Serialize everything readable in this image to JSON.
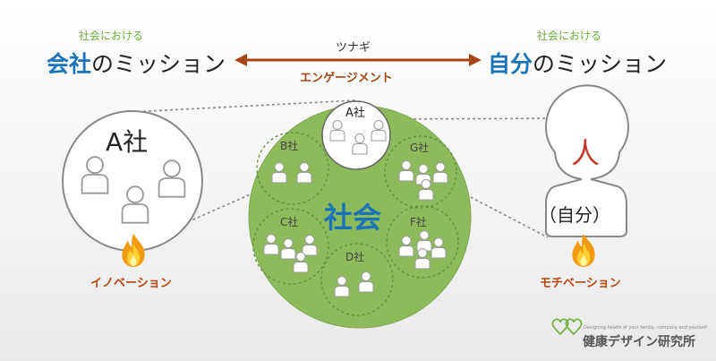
{
  "header": {
    "left_small": "社会における",
    "left_title_highlight": "会社",
    "left_title_rest": "のミッション",
    "right_small": "社会における",
    "right_title_highlight": "自分",
    "right_title_rest": "のミッション",
    "arrow_top": "ツナギ",
    "arrow_bottom": "エンゲージメント"
  },
  "diagram": {
    "company_a_label": "A社",
    "society_label": "社会",
    "zoom_label": "A社",
    "sub_circles": [
      "B社",
      "G社",
      "C社",
      "F社",
      "D社"
    ],
    "person_head_label": "人",
    "person_body_label": "（自分）",
    "left_caption": "イノベーション",
    "right_caption": "モチベーション"
  },
  "brand": {
    "tagline": "Designing health of your family, company and yourself",
    "name": "健康デザイン研究所"
  },
  "colors": {
    "accent_blue": "#1b73b8",
    "accent_green": "#6fae3a",
    "society_green": "#8dbb5c",
    "arrow_brown": "#a64513"
  }
}
